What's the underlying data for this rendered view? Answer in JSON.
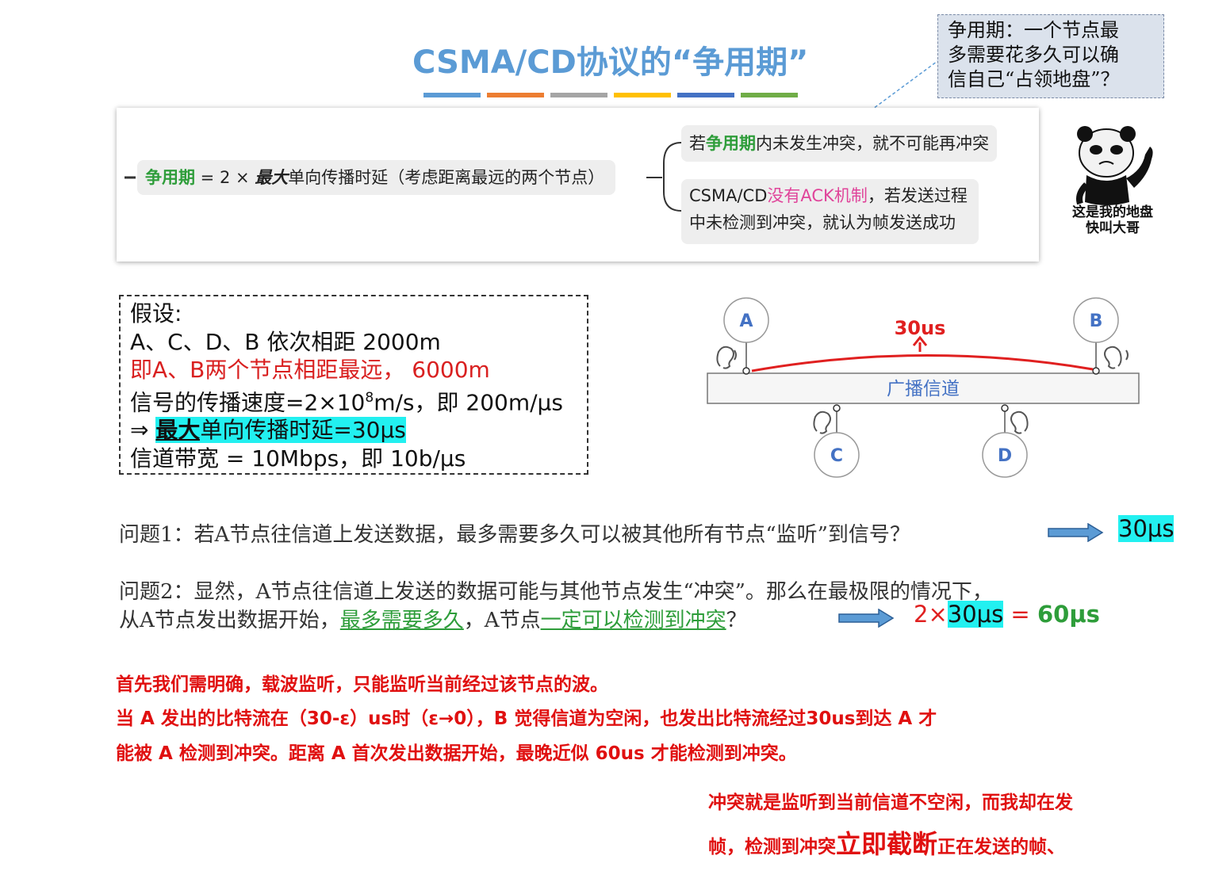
{
  "title": "CSMA/CD协议的“争用期”",
  "title_bar_colors": [
    "#5b9bd5",
    "#ed7d31",
    "#a5a5a5",
    "#ffc000",
    "#4472c4",
    "#70ad47"
  ],
  "callout": {
    "lines": [
      "争用期：一个节点最",
      "多需要花多久可以确",
      "信自己“占领地盘”？"
    ]
  },
  "summary": {
    "main": {
      "term": "争用期",
      "eq": " = 2 × ",
      "emph": "最大",
      "rest": "单向传播时延（考虑距离最远的两个节点）"
    },
    "branch1": {
      "pre": "若",
      "term": "争用期",
      "post": "内未发生冲突，就不可能再冲突"
    },
    "branch2": {
      "pre": "CSMA/CD",
      "pink": "没有ACK机制",
      "post": "，若发送过程",
      "line2": "中未检测到冲突，就认为帧发送成功"
    }
  },
  "meme": {
    "icon": "panda-meme-icon",
    "caption_line1": "这是我的地盘",
    "caption_line2": "快叫大哥"
  },
  "assumptions": {
    "heading": "假设:",
    "line1": "A、C、D、B 依次相距 2000m",
    "line2": "即A、B两个节点相距最远， 6000m",
    "line3_a": "信号的传播速度=2×10",
    "line3_sup": "8",
    "line3_b": "m/s，即 200m/μs",
    "line4_arrow": "⇒ ",
    "line4_emph": "最大",
    "line4_rest": "单向传播时延=30μs",
    "line5": "信道带宽 = 10Mbps，即 10b/μs"
  },
  "network": {
    "nodes": [
      "A",
      "B",
      "C",
      "D"
    ],
    "delay_label": "30us",
    "channel_label": "广播信道",
    "colors": {
      "node_text": "#4472c4",
      "signal": "#e02020",
      "channel_text": "#4472c4"
    }
  },
  "questions": {
    "q1": "问题1：若A节点往信道上发送数据，最多需要多久可以被其他所有节点“监听”到信号？",
    "q1_answer": "30μs",
    "q2_line1": "问题2：显然，A节点往信道上发送的数据可能与其他节点发生“冲突”。那么在最极限的情况下，",
    "q2_line2_a": "从A节点发出数据开始，",
    "q2_line2_u1": "最多需要多久",
    "q2_line2_b": "，A节点",
    "q2_line2_u2": "一定可以检测到冲突",
    "q2_line2_c": "？",
    "q2_answer_prefix": "2×",
    "q2_answer_hl": "30μs",
    "q2_answer_eq": " = ",
    "q2_answer_result": "60μs"
  },
  "explanation": {
    "line1": "首先我们需明确，载波监听，只能监听当前经过该节点的波。",
    "line2": "当 A 发出的比特流在（30-ε）us时（ε→0），B 觉得信道为空闲，也发出比特流经过30us到达 A 才",
    "line3": "能被 A 检测到冲突。距离 A 首次发出数据开始，最晚近似 60us 才能检测到冲突。"
  },
  "conflict_note": {
    "line1": "冲突就是监听到当前信道不空闲，而我却在发",
    "line2_a": "帧，检测到冲突",
    "line2_big": "立即截断",
    "line2_b": "正在发送的帧、"
  }
}
